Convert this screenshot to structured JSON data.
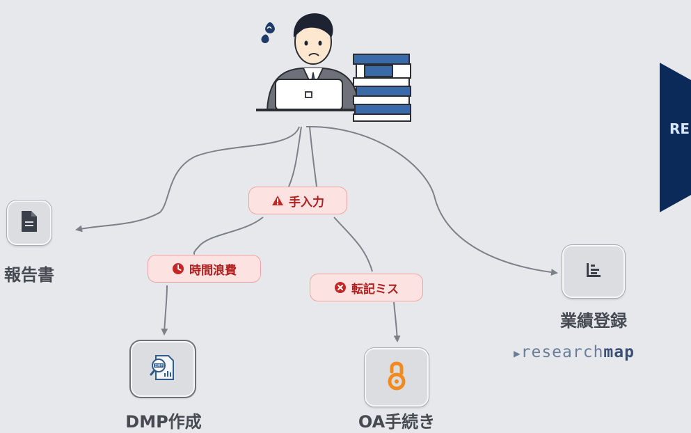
{
  "warnings": {
    "manual": "手入力",
    "time": "時間浪費",
    "error": "転記ミス"
  },
  "nodes": {
    "report": "報告書",
    "dmp": "DMP作成",
    "oa": "OA手続き",
    "achievement": "業績登録"
  },
  "brand": {
    "prefix": "research",
    "suffix": "map"
  },
  "banner_text": "RE",
  "colors": {
    "background": "#e6e8ec",
    "pill_bg": "#fde2e2",
    "pill_border": "#f2a3a3",
    "pill_text": "#b0201f",
    "node_bg": "#dcdde0",
    "label_text": "#474a51",
    "banner": "#0b2a5a",
    "oa_orange": "#f28b1f",
    "edge": "#7d8087"
  },
  "icons": {
    "manual": "warning-triangle-icon",
    "time": "clock-icon",
    "error": "x-circle-icon",
    "report": "document-icon",
    "dmp": "dmp-document-search-icon",
    "oa": "open-access-icon",
    "achievement": "bar-chart-icon"
  }
}
